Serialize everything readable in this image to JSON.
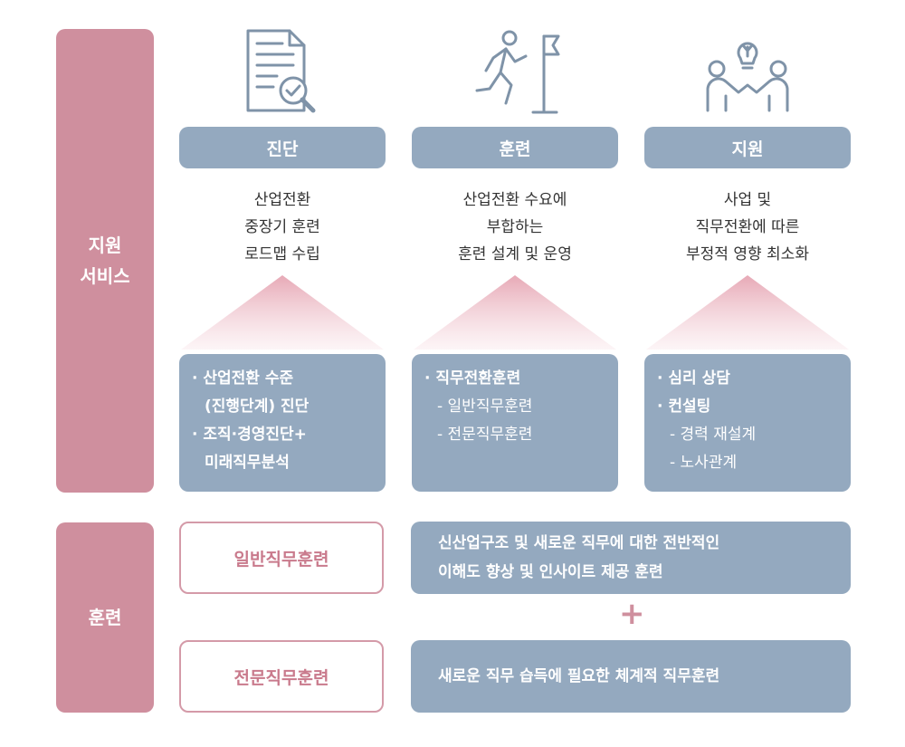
{
  "sidebar": {
    "services_label": [
      "지원",
      "서비스"
    ],
    "training_label": "훈련"
  },
  "columns": [
    {
      "title": "진단",
      "icon": "document-magnifier-icon",
      "desc": [
        "산업전환",
        "중장기 훈련",
        "로드맵 수립"
      ],
      "details": [
        {
          "text": "· 산업전환 수준",
          "bold": true,
          "indent": false
        },
        {
          "text": "(진행단계) 진단",
          "bold": true,
          "indent": true
        },
        {
          "text": "· 조직·경영진단+",
          "bold": true,
          "indent": false
        },
        {
          "text": "미래직무분석",
          "bold": true,
          "indent": true
        }
      ]
    },
    {
      "title": "훈련",
      "icon": "runner-flag-icon",
      "desc": [
        "산업전환 수요에",
        "부합하는",
        "훈련 설계 및 운영"
      ],
      "details": [
        {
          "text": "· 직무전환훈련",
          "bold": true,
          "indent": false
        },
        {
          "text": "- 일반직무훈련",
          "bold": false,
          "indent": true
        },
        {
          "text": "- 전문직무훈련",
          "bold": false,
          "indent": true
        }
      ]
    },
    {
      "title": "지원",
      "icon": "people-lightbulb-icon",
      "desc": [
        "사업 및",
        "직무전환에 따른",
        "부정적 영향 최소화"
      ],
      "details": [
        {
          "text": "· 심리 상담",
          "bold": true,
          "indent": false
        },
        {
          "text": "· 컨설팅",
          "bold": true,
          "indent": false
        },
        {
          "text": "- 경력 재설계",
          "bold": false,
          "indent": true
        },
        {
          "text": "- 노사관계",
          "bold": false,
          "indent": true
        }
      ]
    }
  ],
  "training": [
    {
      "label": "일반직무훈련",
      "desc": [
        "신산업구조 및 새로운 직무에 대한 전반적인",
        "이해도 향상 및 인사이트 제공 훈련"
      ]
    },
    {
      "label": "전문직무훈련",
      "desc": [
        "새로운 직무 습득에 필요한 체계적 직무훈련"
      ]
    }
  ],
  "plus_symbol": "+",
  "colors": {
    "pink": "#cf8f9e",
    "blue_gray": "#94a9bf",
    "icon_stroke": "#7f93a8",
    "pink_text": "#c97a8c"
  }
}
